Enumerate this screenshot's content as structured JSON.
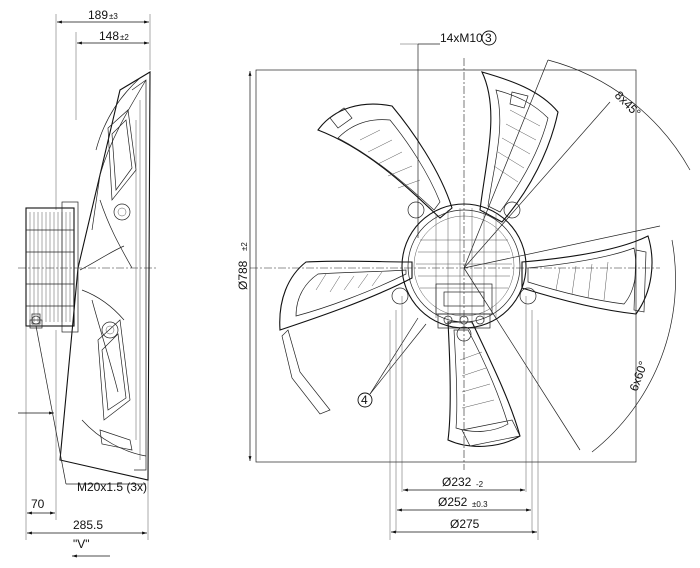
{
  "dimensions": {
    "width_189": {
      "value": "189",
      "tol": "±3"
    },
    "width_148": {
      "value": "148",
      "tol": "±2"
    },
    "thread_14xM10": {
      "value": "14xM10"
    },
    "callout_3": "3",
    "callout_4": "4",
    "angle_8x45": "8x45°",
    "angle_6x60": "6x60°",
    "dia_788": {
      "value": "Ø788",
      "tol": "±2"
    },
    "dia_232": {
      "value": "Ø232",
      "tol": "-2"
    },
    "dia_252": {
      "value": "Ø252",
      "tol": "±0.3"
    },
    "dia_275": {
      "value": "Ø275"
    },
    "gland_m20": "M20x1.5 (3x)",
    "dim_70": "70",
    "dim_285_5": "285.5",
    "view_v": "\"V\""
  }
}
